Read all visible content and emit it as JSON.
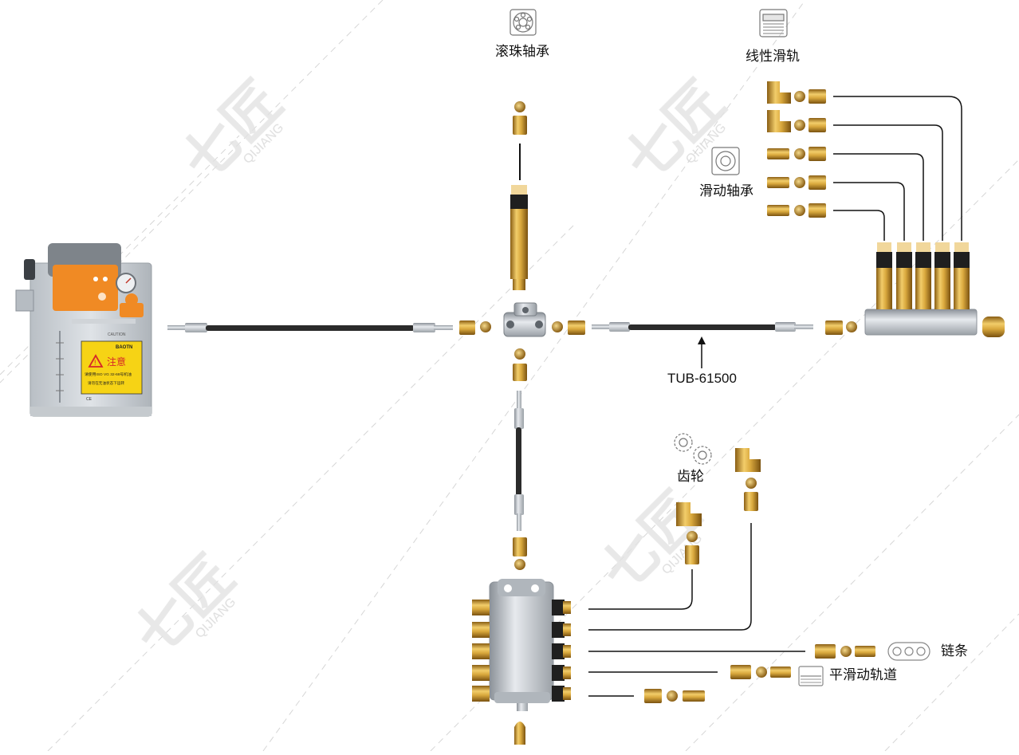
{
  "labels": {
    "roller_bearing": "滚珠轴承",
    "linear_rail": "线性滑轨",
    "sliding_bearing": "滑动轴承",
    "gear": "齿轮",
    "chain": "链条",
    "flat_rail": "平滑动轨道",
    "hose_model": "TUB-61500"
  },
  "pump": {
    "brand": "BAOTN",
    "warning_title": "注意",
    "caution_label": "CAUTION",
    "warning_line1": "请使用ISO VG 32-68号机油",
    "warning_line2": "请勿在无油状态下运转"
  },
  "watermark": {
    "text_cn": "七匠",
    "text_en": "QIJIANG"
  },
  "colors": {
    "brass": "#c9962e",
    "pump_orange": "#f08a24",
    "hose": "#2b2b2b",
    "manifold": "#c2c7cc"
  }
}
